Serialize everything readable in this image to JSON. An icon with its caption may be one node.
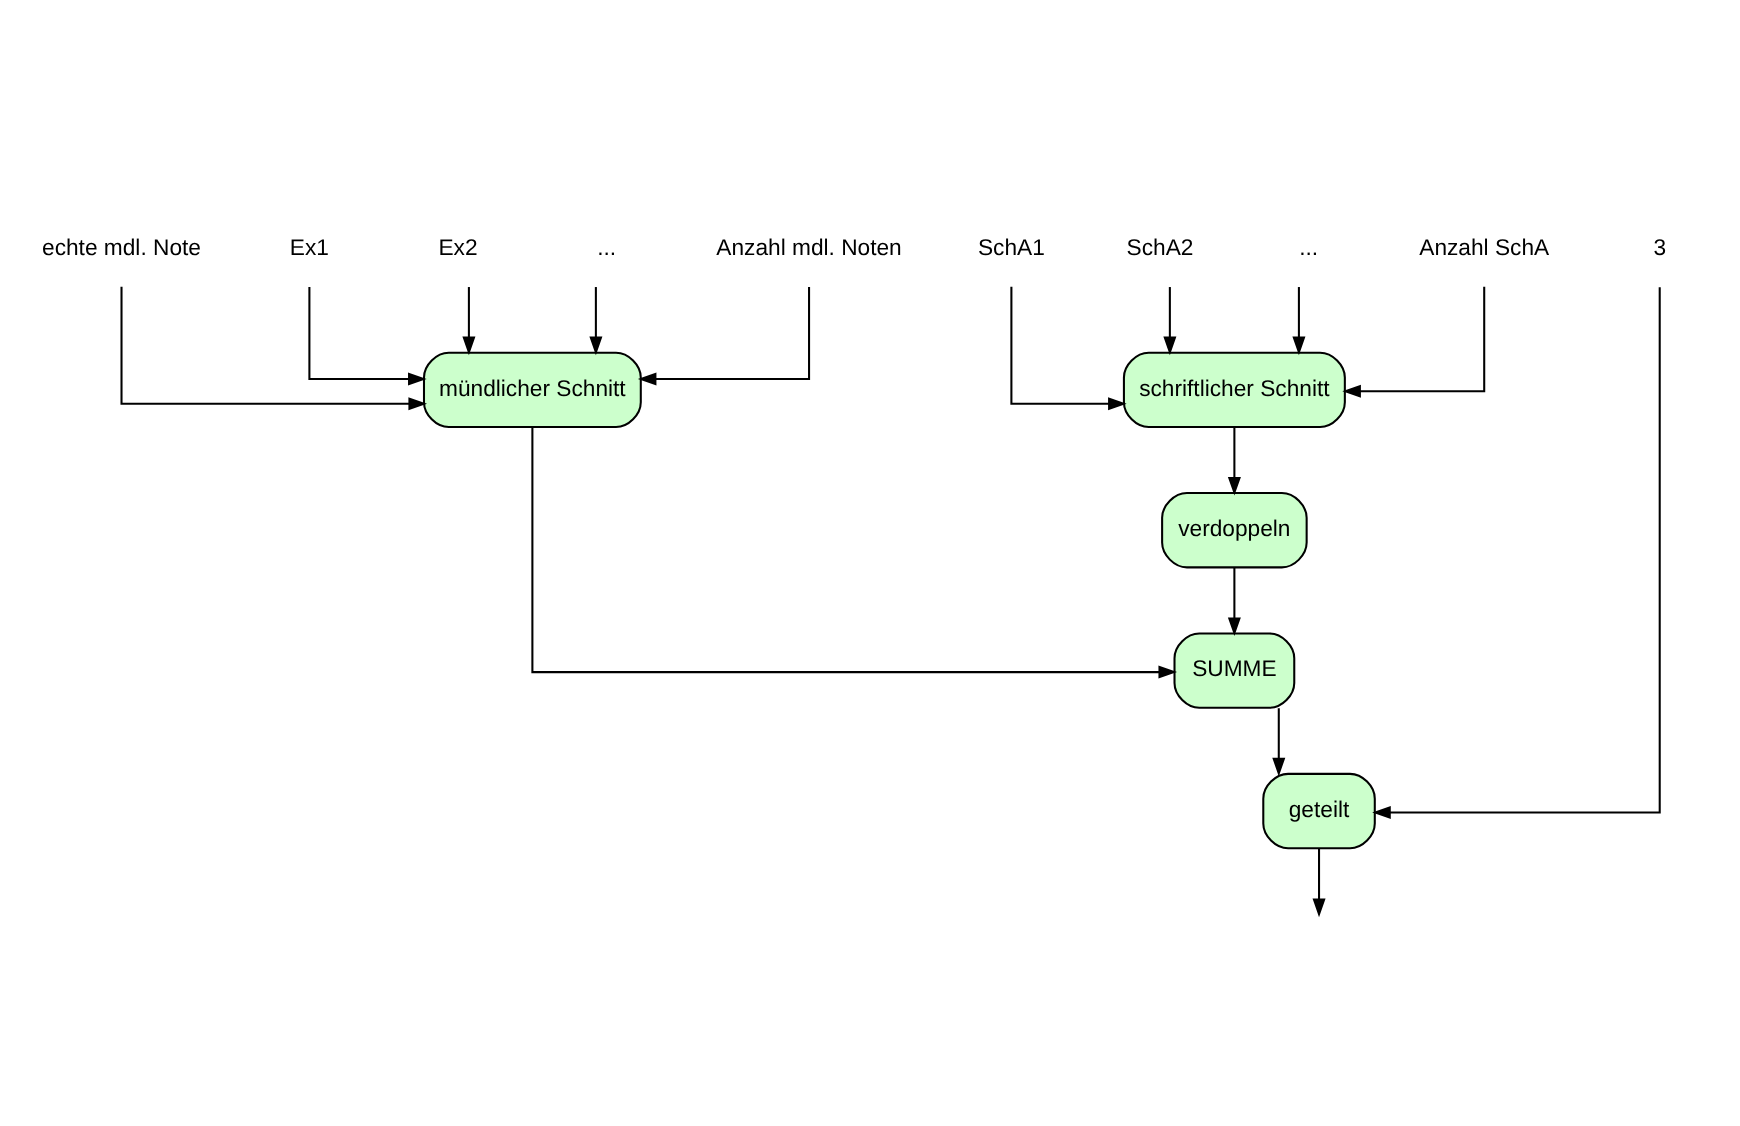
{
  "diagram": {
    "nodes": [
      {
        "text": [
          "echte mdl. Note"
        ]
      },
      {
        "text": [
          "Ex1"
        ]
      },
      {
        "text": [
          "Ex2"
        ]
      },
      {
        "text": [
          "..."
        ]
      },
      {
        "text": [
          "Anzahl mdl. Noten"
        ]
      },
      {
        "text": [
          "SchA1"
        ]
      },
      {
        "text": [
          "SchA2"
        ]
      },
      {
        "text": [
          "..."
        ]
      },
      {
        "text": [
          "Anzahl SchA"
        ]
      },
      {
        "text": [
          "3"
        ]
      },
      {
        "text": [
          "mündlicher Schnitt"
        ]
      },
      {
        "text": [
          "schriftlicher Schnitt"
        ]
      },
      {
        "text": [
          "verdoppeln"
        ]
      },
      {
        "text": [
          "SUMME"
        ]
      },
      {
        "text": [
          "geteilt"
        ]
      }
    ],
    "edges": [
      {
        "from": 0,
        "to": 10,
        "arrow": "to"
      },
      {
        "from": 1,
        "to": 10,
        "arrow": "to"
      },
      {
        "from": 2,
        "to": 10,
        "arrow": "to"
      },
      {
        "from": 3,
        "to": 10,
        "arrow": "to"
      },
      {
        "from": 4,
        "to": 10,
        "arrow": "to"
      },
      {
        "from": 5,
        "to": 11,
        "arrow": "to"
      },
      {
        "from": 6,
        "to": 11,
        "arrow": "to"
      },
      {
        "from": 7,
        "to": 11,
        "arrow": "to"
      },
      {
        "from": 8,
        "to": 11,
        "arrow": "to"
      },
      {
        "from": 11,
        "to": 12,
        "arrow": "to"
      },
      {
        "from": 10,
        "to": 13,
        "arrow": "to"
      },
      {
        "from": 12,
        "to": 13,
        "arrow": "to"
      },
      {
        "from": 13,
        "to": 14,
        "arrow": "to"
      },
      {
        "from": 9,
        "to": 14,
        "arrow": "to"
      },
      {
        "from": 14,
        "to": null,
        "arrow": "to"
      }
    ]
  }
}
